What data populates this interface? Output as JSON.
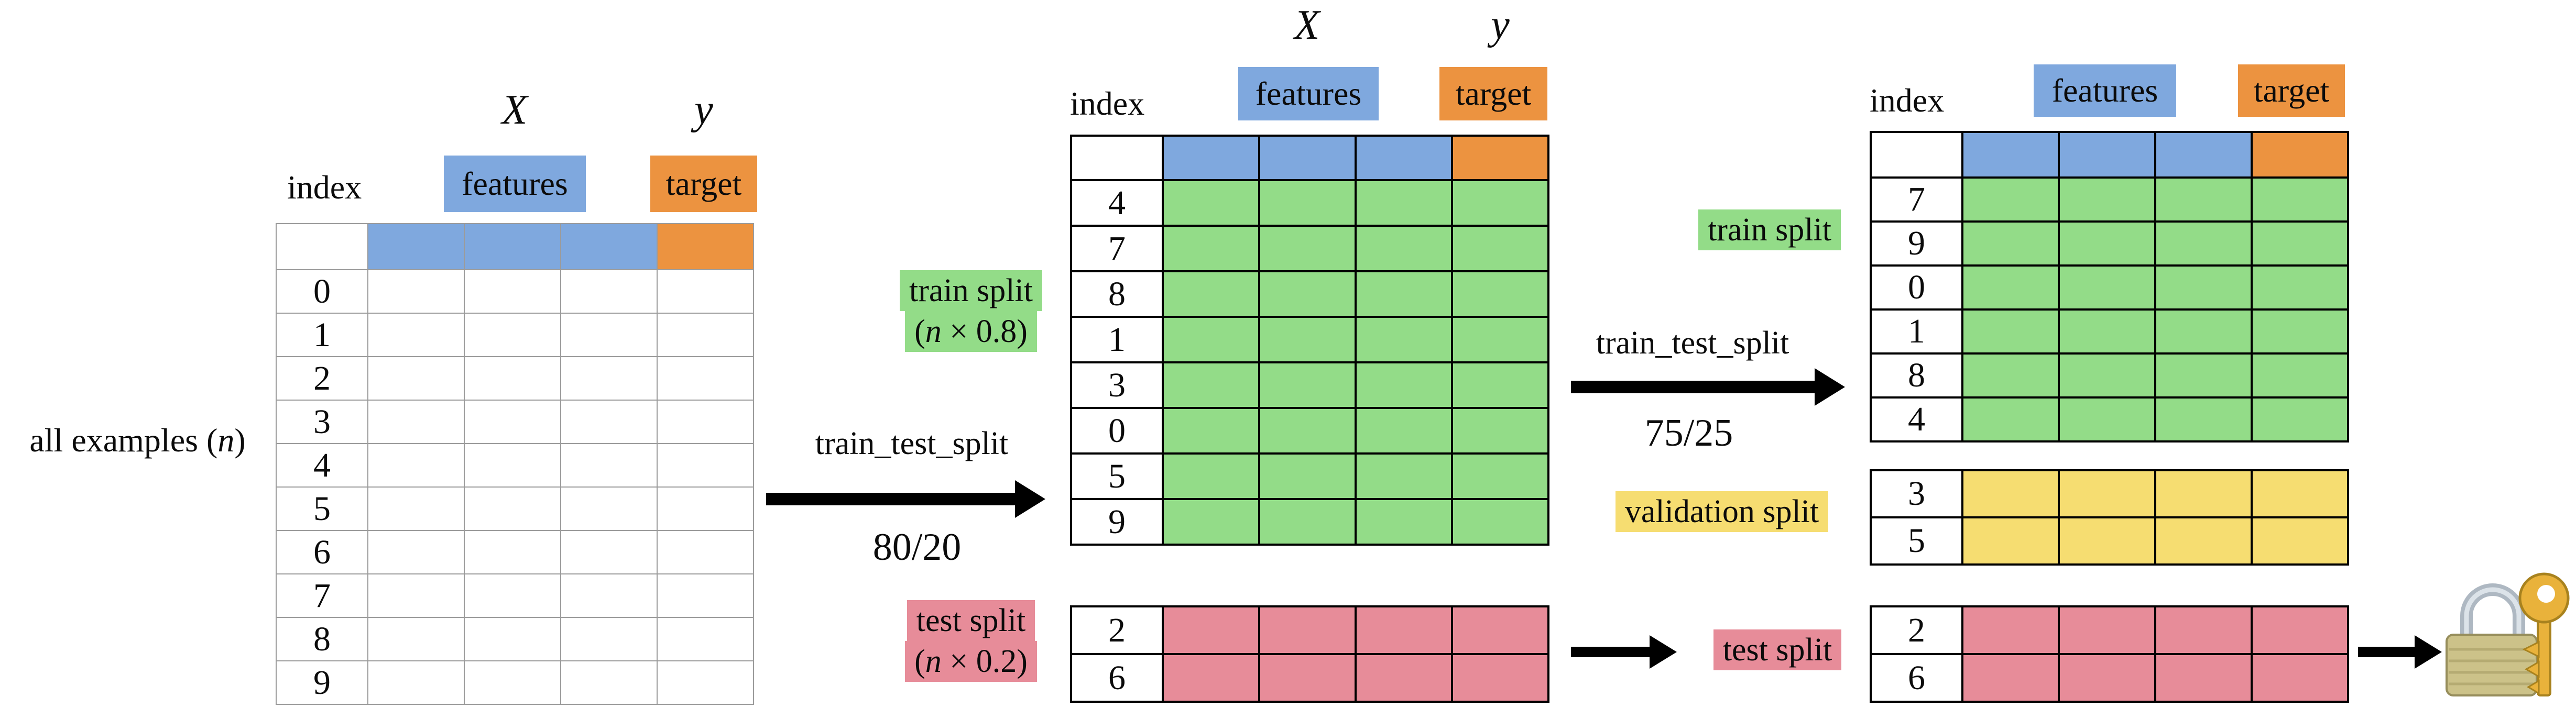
{
  "palette": {
    "features_blue": "#7FA8DE",
    "target_orange": "#EC9340",
    "train_green": "#93DC88",
    "validation_yellow": "#F6DD71",
    "test_pink": "#E78C99"
  },
  "left": {
    "x_label": "X",
    "y_label": "y",
    "features_label": "features",
    "target_label": "target",
    "index_label": "index",
    "caption": {
      "pre": "all examples (",
      "var": "n",
      "post": ")"
    }
  },
  "flow1": {
    "function_label": "train_test_split",
    "ratio_label": "80/20"
  },
  "middle": {
    "x_label": "X",
    "y_label": "y",
    "features_label": "features",
    "target_label": "target",
    "index_label": "index",
    "train_split_label": "train split",
    "train_split_fraction": {
      "pre": "(",
      "var": "n",
      "post": " × 0.8)"
    },
    "test_split_label": "test split",
    "test_split_fraction": {
      "pre": "(",
      "var": "n",
      "post": " × 0.2)"
    }
  },
  "flow2": {
    "function_label": "train_test_split",
    "ratio_label": "75/25"
  },
  "right": {
    "features_label": "features",
    "target_label": "target",
    "index_label": "index",
    "train_split_label": "train split",
    "validation_split_label": "validation split",
    "test_split_label": "test split"
  },
  "tables": {
    "all_examples": {
      "header": true,
      "cell_color": "white",
      "indices": [
        "0",
        "1",
        "2",
        "3",
        "4",
        "5",
        "6",
        "7",
        "8",
        "9"
      ]
    },
    "mid_train": {
      "header": true,
      "cell_color": "green",
      "indices": [
        "4",
        "7",
        "8",
        "1",
        "3",
        "0",
        "5",
        "9"
      ]
    },
    "mid_test": {
      "header": false,
      "cell_color": "pink",
      "indices": [
        "2",
        "6"
      ]
    },
    "right_train": {
      "header": true,
      "cell_color": "green",
      "indices": [
        "7",
        "9",
        "0",
        "1",
        "8",
        "4"
      ]
    },
    "right_validation": {
      "header": false,
      "cell_color": "yellow",
      "indices": [
        "3",
        "5"
      ]
    },
    "right_test": {
      "header": false,
      "cell_color": "pink",
      "indices": [
        "2",
        "6"
      ]
    }
  },
  "icons": {
    "lock": "lock-with-key"
  }
}
